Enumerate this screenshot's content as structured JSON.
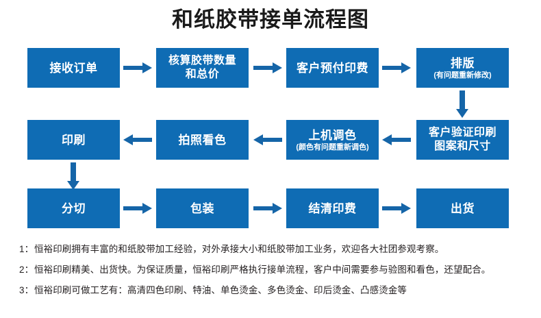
{
  "title": "和纸胶带接单流程图",
  "theme": {
    "box_fill": "#0F6CB4",
    "box_text": "#FFFFFF",
    "arrow_color": "#1565A8",
    "page_background": "#FFFFFF",
    "note_text": "#231F20"
  },
  "flow": {
    "row1": [
      {
        "label": "接收订单",
        "sub": ""
      },
      {
        "label": "核算胶带数量",
        "label2": "和总价",
        "sub": ""
      },
      {
        "label": "客户预付印费",
        "sub": ""
      },
      {
        "label": "排版",
        "sub": "(有问题重新修改)"
      }
    ],
    "row2": [
      {
        "label": "印刷",
        "sub": ""
      },
      {
        "label": "拍照看色",
        "sub": ""
      },
      {
        "label": "上机调色",
        "sub": "(颜色有问题重新调色)"
      },
      {
        "label": "客户验证印刷",
        "label2": "图案和尺寸",
        "sub": ""
      }
    ],
    "row3": [
      {
        "label": "分切",
        "sub": ""
      },
      {
        "label": "包装",
        "sub": ""
      },
      {
        "label": "结清印费",
        "sub": ""
      },
      {
        "label": "出货",
        "sub": ""
      }
    ]
  },
  "notes": [
    {
      "index": "1：",
      "text": "恒裕印刷拥有丰富的和纸胶带加工经验，对外承接大小和纸胶带加工业务，欢迎各大社团参观考察。"
    },
    {
      "index": "2：",
      "text": "恒裕印刷精美、出货快。为保证质量，恒裕印刷严格执行接单流程，客户中间需要参与验图和看色，还望配合。"
    },
    {
      "index": "3：",
      "text": "恒裕印刷可做工艺有：高清四色印刷、特油、单色烫金、多色烫金、印后烫金、凸感烫金等"
    }
  ]
}
